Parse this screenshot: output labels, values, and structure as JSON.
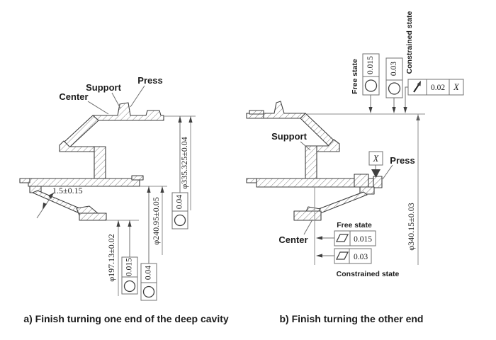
{
  "left": {
    "caption": "a) Finish turning one end of the deep cavity",
    "label_center": "Center",
    "label_support": "Support",
    "label_press": "Press",
    "dim_thickness": "1.5±0.15",
    "dim_d335": "φ335.325±0.04",
    "dim_d240": "φ240.95±0.05",
    "dim_d197": "φ197.13±0.02",
    "fcf_d335_value": "0.04",
    "fcf_d240_value": "0.04",
    "fcf_d197_value": "0.015"
  },
  "right": {
    "caption": "b) Finish turning the other end",
    "label_support": "Support",
    "label_press": "Press",
    "label_center": "Center",
    "label_free_state_top": "Free state",
    "label_constrained_state_top": "Constrained state",
    "label_free_state_bottom": "Free state",
    "label_constrained_state_bottom": "Constrained state",
    "dim_d340": "φ340.15±0.03",
    "fcf_free_value": "0.015",
    "fcf_constrained_value": "0.03",
    "runout_value": "0.02",
    "runout_datum": "X",
    "datum_label": "X",
    "flat_free_value": "0.015",
    "flat_constrained_value": "0.03"
  },
  "symbols": {
    "circularity": "circle",
    "flatness": "parallelogram",
    "circular_runout": "slanted-arrow"
  },
  "colors": {
    "background": "#ffffff",
    "outline": "#3f3f3f",
    "thin_line": "#8c8c8c",
    "text": "#1c1c1c"
  }
}
